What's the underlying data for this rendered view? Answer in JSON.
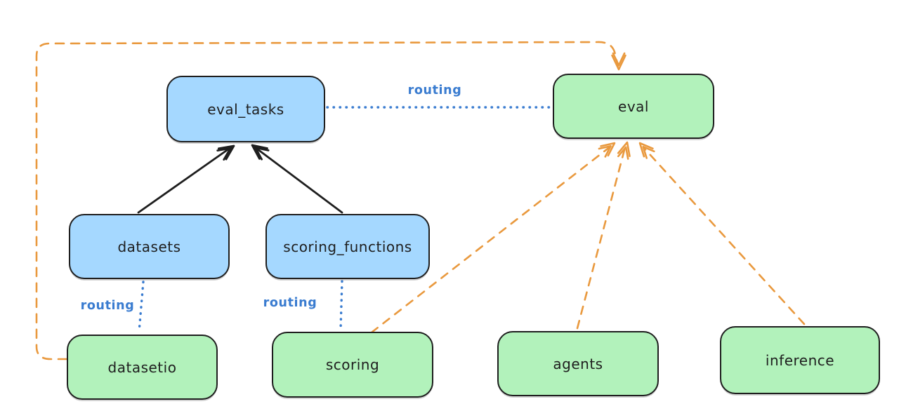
{
  "nodes": [
    {
      "id": "eval_tasks",
      "label": "eval_tasks",
      "kind": "api",
      "fill": "#a5d8ff"
    },
    {
      "id": "eval",
      "label": "eval",
      "kind": "provider",
      "fill": "#b2f2bb"
    },
    {
      "id": "datasets",
      "label": "datasets",
      "kind": "api",
      "fill": "#a5d8ff"
    },
    {
      "id": "scoring_functions",
      "label": "scoring_functions",
      "kind": "api",
      "fill": "#a5d8ff"
    },
    {
      "id": "datasetio",
      "label": "datasetio",
      "kind": "provider",
      "fill": "#b2f2bb"
    },
    {
      "id": "scoring",
      "label": "scoring",
      "kind": "provider",
      "fill": "#b2f2bb"
    },
    {
      "id": "agents",
      "label": "agents",
      "kind": "provider",
      "fill": "#b2f2bb"
    },
    {
      "id": "inference",
      "label": "inference",
      "kind": "provider",
      "fill": "#b2f2bb"
    }
  ],
  "edges": [
    {
      "from": "datasets",
      "to": "eval_tasks",
      "style": "solid-black-arrow"
    },
    {
      "from": "scoring_functions",
      "to": "eval_tasks",
      "style": "solid-black-arrow"
    },
    {
      "from": "eval_tasks",
      "to": "eval",
      "style": "dotted-blue",
      "label": "routing"
    },
    {
      "from": "datasets",
      "to": "datasetio",
      "style": "dotted-blue",
      "label": "routing"
    },
    {
      "from": "scoring_functions",
      "to": "scoring",
      "style": "dotted-blue",
      "label": "routing"
    },
    {
      "from": "scoring",
      "to": "eval",
      "style": "dashed-orange-arrow"
    },
    {
      "from": "agents",
      "to": "eval",
      "style": "dashed-orange-arrow"
    },
    {
      "from": "inference",
      "to": "eval",
      "style": "dashed-orange-arrow"
    },
    {
      "from": "datasetio",
      "to": "eval",
      "style": "dashed-orange-arrow"
    }
  ],
  "colors": {
    "node_fill_blue": "#a5d8ff",
    "node_fill_green": "#b2f2bb",
    "node_stroke": "#1e1e1e",
    "routing_blue": "#3a7cd0",
    "dependency_orange": "#e9993e",
    "arrow_black": "#1e1e1e",
    "background": "#ffffff"
  }
}
